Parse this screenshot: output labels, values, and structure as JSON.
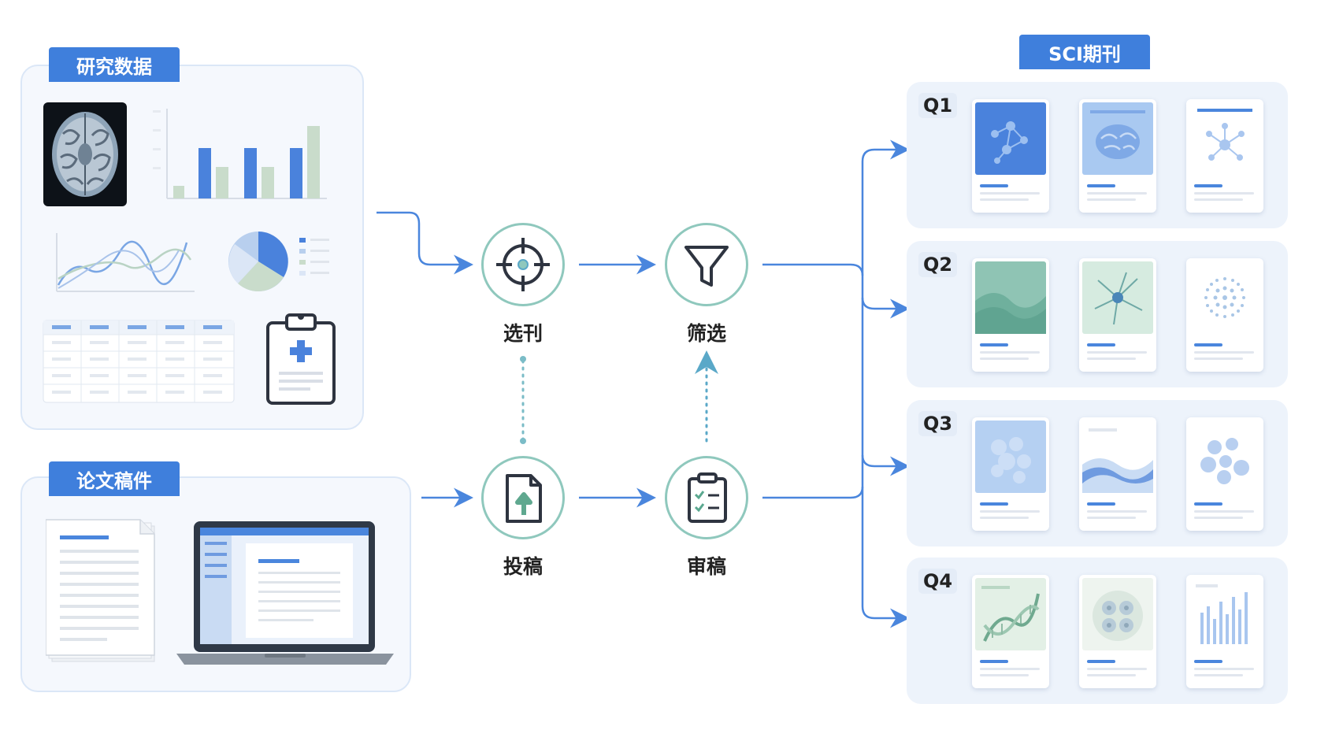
{
  "panels": {
    "research_data": {
      "label": "研究数据"
    },
    "manuscript": {
      "label": "论文稿件"
    }
  },
  "journal": {
    "label": "SCI期刊"
  },
  "steps": [
    {
      "label": "选刊",
      "icon": "target-icon"
    },
    {
      "label": "筛选",
      "icon": "funnel-icon"
    },
    {
      "label": "投稿",
      "icon": "file-upload-icon"
    },
    {
      "label": "审稿",
      "icon": "clipboard-check-icon"
    }
  ],
  "quartiles": [
    {
      "label": "Q1"
    },
    {
      "label": "Q2"
    },
    {
      "label": "Q3"
    },
    {
      "label": "Q4"
    }
  ],
  "colors": {
    "accent_blue": "#3f7fdc",
    "teal": "#8fc8bd",
    "panel_bg": "#f5f8fd"
  }
}
